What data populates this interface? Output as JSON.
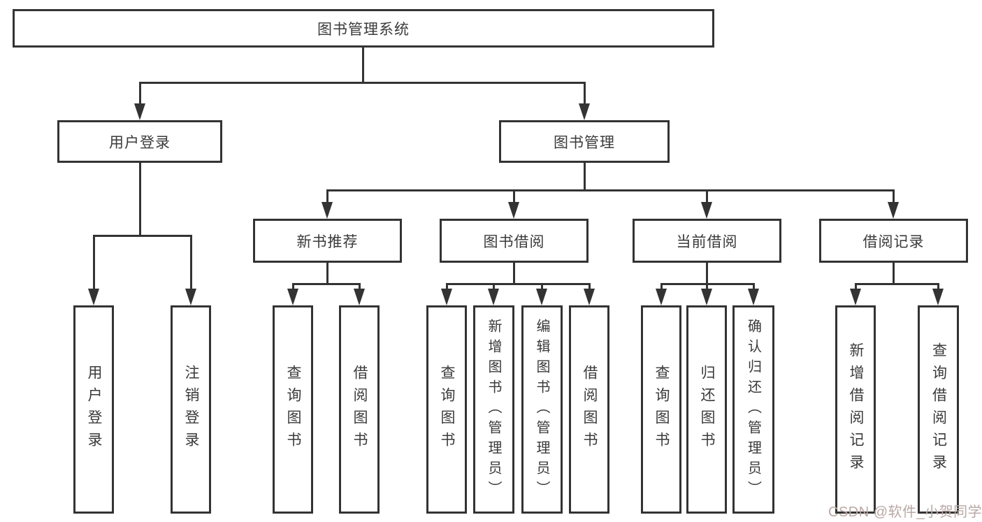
{
  "colors": {
    "line": "#333333",
    "text": "#3a3a3a",
    "watermark": "#b9a8a4",
    "background": "#ffffff"
  },
  "tree": {
    "root": {
      "label": "图书管理系统"
    },
    "branches": [
      {
        "label": "用户登录",
        "children": [
          {
            "label": "用户登录"
          },
          {
            "label": "注销登录"
          }
        ]
      },
      {
        "label": "图书管理",
        "children": [
          {
            "label": "新书推荐",
            "children": [
              {
                "label": "查询图书"
              },
              {
                "label": "借阅图书"
              }
            ]
          },
          {
            "label": "图书借阅",
            "children": [
              {
                "label": "查询图书"
              },
              {
                "label": "新增图书（管理员）"
              },
              {
                "label": "编辑图书（管理员）"
              },
              {
                "label": "借阅图书"
              }
            ]
          },
          {
            "label": "当前借阅",
            "children": [
              {
                "label": "查询图书"
              },
              {
                "label": "归还图书"
              },
              {
                "label": "确认归还（管理员）"
              }
            ]
          },
          {
            "label": "借阅记录",
            "children": [
              {
                "label": "新增借阅记录"
              },
              {
                "label": "查询借阅记录"
              }
            ]
          }
        ]
      }
    ]
  },
  "watermark": {
    "text": "CSDN @软件_小贺同学"
  }
}
